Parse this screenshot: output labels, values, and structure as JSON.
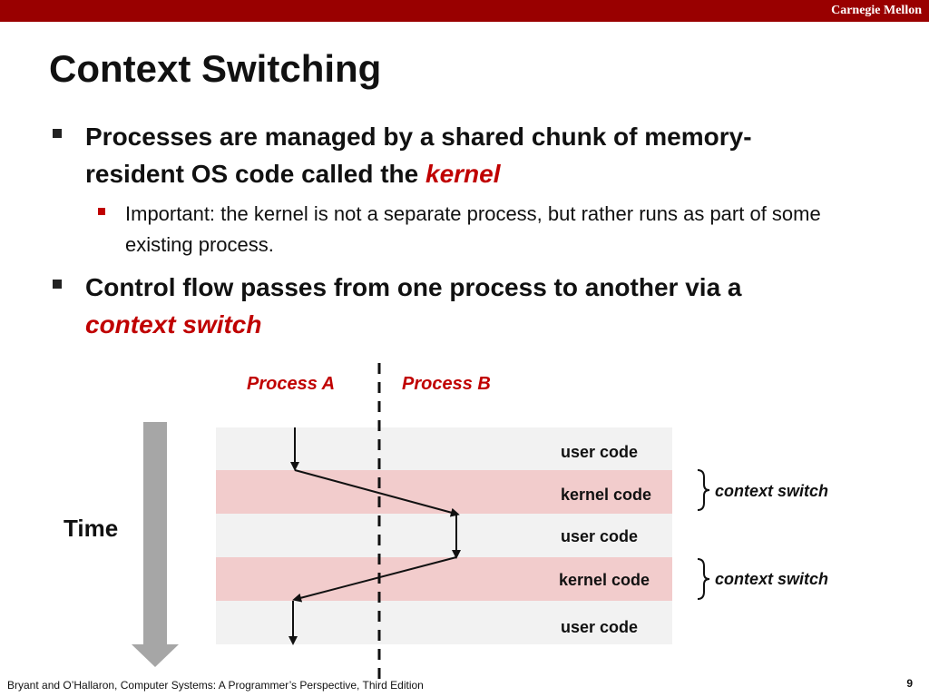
{
  "header": {
    "brand": "Carnegie Mellon",
    "title": "Context Switching"
  },
  "bullets": [
    {
      "text": "Processes are managed by a shared chunk of memory-resident OS code called the ",
      "emphasis": "kernel",
      "sub": "Important: the kernel is not a separate process, but rather runs as part of some existing process."
    },
    {
      "text": "Control flow passes from one process to another via a ",
      "emphasis": "context switch"
    }
  ],
  "diagram": {
    "process_a": "Process A",
    "process_b": "Process B",
    "time_label": "Time",
    "rows": [
      {
        "label": "user code",
        "kind": "user"
      },
      {
        "label": "kernel code",
        "kind": "kernel"
      },
      {
        "label": "user code",
        "kind": "user"
      },
      {
        "label": "kernel code",
        "kind": "kernel"
      },
      {
        "label": "user code",
        "kind": "user"
      }
    ],
    "switch_label": "context switch"
  },
  "footer": {
    "citation": "Bryant and O’Hallaron, Computer Systems: A Programmer’s Perspective, Third Edition",
    "page": "9"
  },
  "colors": {
    "brand_red": "#990000",
    "accent_red": "#c00000",
    "user_band": "#f2f2f2",
    "kernel_band": "#f2cccc",
    "time_arrow": "#a6a6a6"
  }
}
